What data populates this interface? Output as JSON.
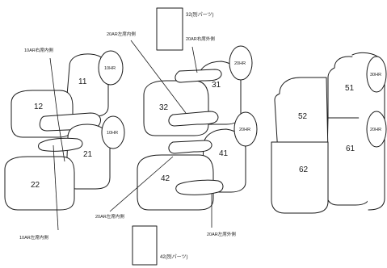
{
  "labels": {
    "r10_right_inner": "10AR右席内側",
    "r10_left_inner": "10AR左席内側",
    "r20_left_inner": "20AR左席内側",
    "r20_right_outer": "20AR右席外側",
    "r20_left_inner_b": "20AR左席内側",
    "r20_left_outer": "20AR左席外側"
  },
  "parts": {
    "p32": "32(別パーツ)",
    "p42": "42(別パーツ)"
  },
  "seats": {
    "s11": "11",
    "s12": "12",
    "s21": "21",
    "s22": "22",
    "s31": "31",
    "s32": "32",
    "s41": "41",
    "s42": "42",
    "s51": "51",
    "s52": "52",
    "s61": "61",
    "s62": "62"
  },
  "headrests": {
    "h1": "10HR",
    "h2": "10HR",
    "h3": "20HR",
    "h4": "20HR",
    "h5": "30HR",
    "h6": "20HR"
  }
}
